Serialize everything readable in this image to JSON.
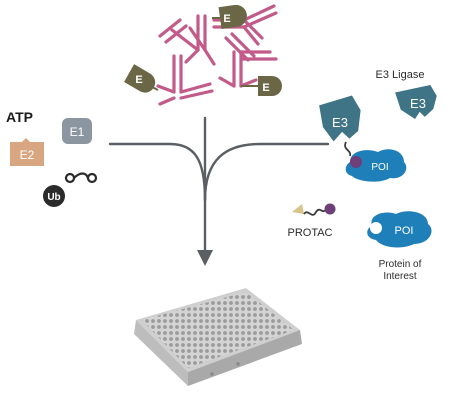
{
  "labels": {
    "atp": "ATP",
    "e1": "E1",
    "e2": "E2",
    "ub": "Ub",
    "e3_ligase": "E3 Ligase",
    "e3_small": "E3",
    "e3_big": "E3",
    "poi_bound": "POI",
    "poi": "POI",
    "protac": "PROTAC",
    "protein_of": "Protein of",
    "interest": "Interest",
    "e_tag": "E"
  },
  "colors": {
    "antibody": "#c25a8a",
    "e_tag": "#6b6746",
    "e1": "#8c96a0",
    "e2": "#d8a680",
    "ub": "#2b2b2b",
    "e3": "#3f7386",
    "poi": "#1f7fb8",
    "protac_head": "#d8c58a",
    "protac_ball": "#6e3f78",
    "arrow": "#5a5f63",
    "plate": "#e6e6e6",
    "text": "#2a2a2a"
  }
}
